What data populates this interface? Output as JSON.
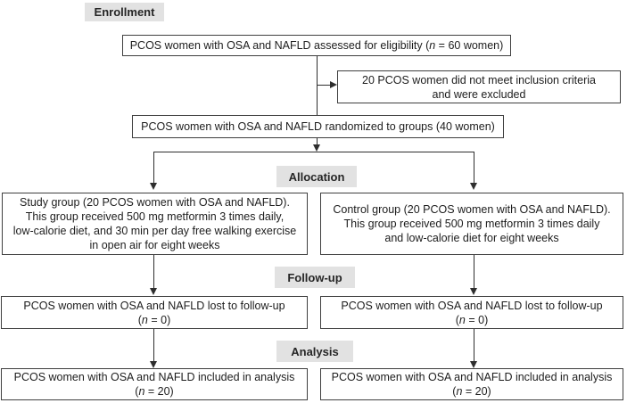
{
  "figure": {
    "type": "consort-flow-diagram",
    "stages": {
      "enrollment": "Enrollment",
      "allocation": "Allocation",
      "followup": "Follow-up",
      "analysis": "Analysis"
    },
    "boxes": {
      "eligibility": {
        "pre": "PCOS women with OSA and NAFLD assessed for eligibility (",
        "n": "n",
        "post": " = 60 women)"
      },
      "excluded": {
        "line1": "20 PCOS women did not meet inclusion criteria",
        "line2": "and were excluded"
      },
      "randomized": {
        "text": "PCOS women with OSA and NAFLD randomized to groups (40 women)"
      },
      "study_group": {
        "line1": "Study group (20 PCOS women with OSA and NAFLD).",
        "line2": "This group received 500 mg metformin 3 times daily,",
        "line3": "low-calorie diet, and 30 min per day free walking exercise",
        "line4": "in open air for eight weeks"
      },
      "control_group": {
        "line1": "Control group (20 PCOS women with OSA and NAFLD).",
        "line2": "This group received 500 mg metformin 3 times daily",
        "line3": "and low-calorie diet for eight weeks"
      },
      "lost_left": {
        "line1": "PCOS women with OSA and NAFLD lost to follow-up",
        "pre": "(",
        "n": "n",
        "post": " = 0)"
      },
      "lost_right": {
        "line1": "PCOS women with OSA and NAFLD lost to follow-up",
        "pre": "(",
        "n": "n",
        "post": " = 0)"
      },
      "analyzed_left": {
        "line1": "PCOS women with OSA and NAFLD included in analysis",
        "pre": "(",
        "n": "n",
        "post": " = 20)"
      },
      "analyzed_right": {
        "line1": "PCOS women with OSA and NAFLD included in analysis",
        "pre": "(",
        "n": "n",
        "post": " = 20)"
      }
    },
    "colors": {
      "label_bg": "#e2e2e2",
      "box_border": "#3f3f3f",
      "text": "#1d1d1d",
      "connector": "#2e2e2e",
      "background": "#ffffff"
    }
  }
}
